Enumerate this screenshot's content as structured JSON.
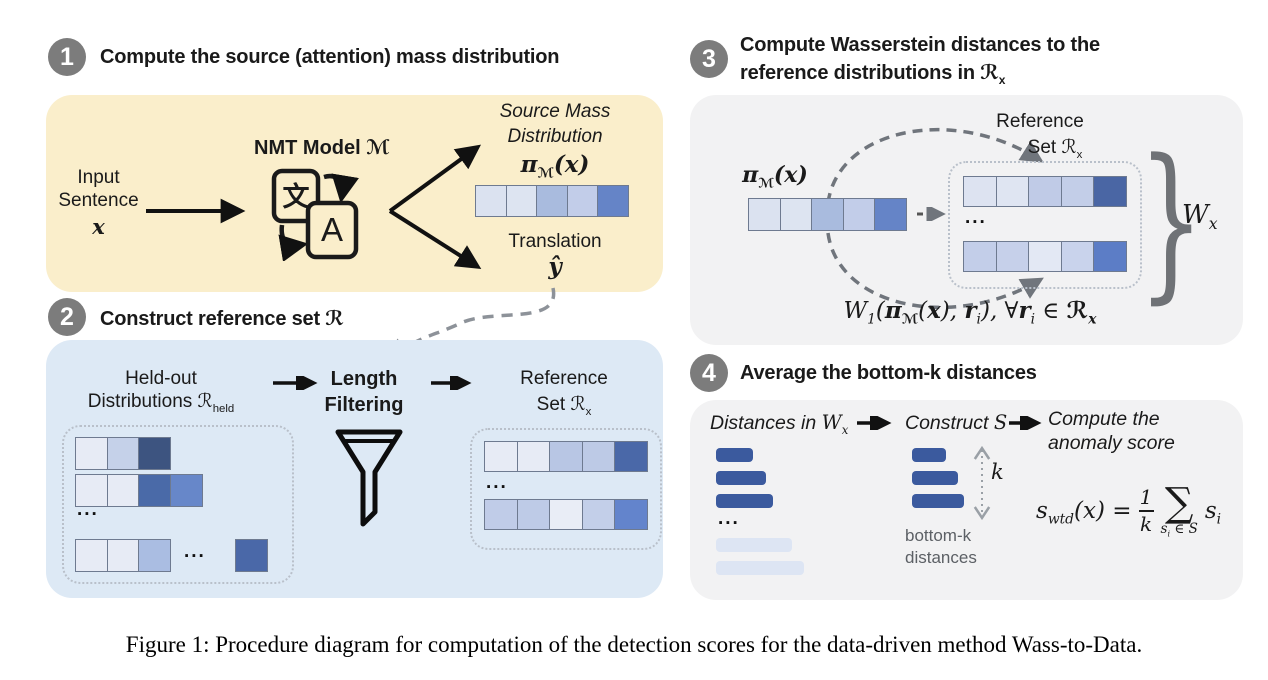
{
  "colors": {
    "panel1_bg": "#faeecb",
    "panel2_bg": "#dde9f5",
    "panel3_bg": "#f2f2f3",
    "panel4_bg": "#f2f2f3",
    "dark_bar": "#3b5a9e",
    "light_bar": "#dde5f3",
    "badge_gray": "#7c7c7c"
  },
  "steps": {
    "s1": {
      "num": "1",
      "title": "Compute the source (attention) mass distribution"
    },
    "s2": {
      "num": "2",
      "title": "Construct reference set ℛ"
    },
    "s3": {
      "num": "3",
      "title1": "Compute Wasserstein distances to the",
      "title2_math": [
        {
          "t": "reference distributions in "
        },
        {
          "t": "ℛ"
        },
        {
          "t": "x",
          "sub": true
        }
      ]
    },
    "s4": {
      "num": "4",
      "title": "Average the bottom-k distances"
    }
  },
  "panel1": {
    "input1": "Input",
    "input2": "Sentence",
    "input_var": "x",
    "model": "NMT Model ℳ",
    "icon_char1": "文",
    "icon_char2": "A",
    "sm1": "Source Mass",
    "sm2": "Distribution",
    "pi_math": [
      {
        "t": "π"
      },
      {
        "t": "ℳ",
        "sub": true
      },
      {
        "t": "(x)"
      }
    ],
    "translation": "Translation",
    "translation_var": "ŷ",
    "bar": [
      "#dbe2f0",
      "#dde4f1",
      "#a9bbde",
      "#c2cde9",
      "#6584c7"
    ]
  },
  "panel2": {
    "held1": "Held-out",
    "held2_math": [
      {
        "t": "Distributions "
      },
      {
        "t": "ℛ"
      },
      {
        "t": "held",
        "sub": true
      }
    ],
    "len1": "Length",
    "len2": "Filtering",
    "ref1": "Reference",
    "ref2_math": [
      {
        "t": "Set "
      },
      {
        "t": "ℛ"
      },
      {
        "t": "x",
        "sub": true
      }
    ],
    "dots": "...",
    "held_row1": [
      "#e7ebf5",
      "#c5d1e9",
      "#3d5480"
    ],
    "held_row2": [
      "#e7ebf5",
      "#e7ebf5",
      "#4a6aa8",
      "#6787c9"
    ],
    "held_row3": [
      "#e7ebf5",
      "#e7ebf5",
      "#aabde2"
    ],
    "held_single": [
      "#4a68a8"
    ],
    "ref_row1": [
      "#e7ebf5",
      "#e7ebf5",
      "#b8c6e4",
      "#bdcae6",
      "#4a68a8"
    ],
    "ref_row2": [
      "#c0cce8",
      "#becbe7",
      "#e9edf6",
      "#c3cfe9",
      "#6384cc"
    ]
  },
  "panel3": {
    "ref1": "Reference",
    "ref2_math": [
      {
        "t": "Set "
      },
      {
        "t": "ℛ"
      },
      {
        "t": "x",
        "sub": true
      }
    ],
    "pi_math": [
      {
        "t": "π"
      },
      {
        "t": "ℳ",
        "sub": true
      },
      {
        "t": "(x)"
      }
    ],
    "dots": "...",
    "wx_math": [
      {
        "t": "W"
      },
      {
        "t": "x",
        "sub": true
      }
    ],
    "bar": [
      "#dbe2f0",
      "#dde4f1",
      "#a9bbde",
      "#c2cde9",
      "#6584c7"
    ],
    "row1": [
      "#dde3f1",
      "#dfe5f2",
      "#c0cbe7",
      "#c3cee8",
      "#4a66a4"
    ],
    "row2": [
      "#c3cee9",
      "#c6d0ea",
      "#e3e8f4",
      "#c9d3ec",
      "#5c7dc6"
    ],
    "formula": [
      {
        "t": "W"
      },
      {
        "t": "1",
        "sub": true
      },
      {
        "t": "("
      },
      {
        "t": "π",
        "c": "b"
      },
      {
        "t": "ℳ",
        "sub": true,
        "c": "b"
      },
      {
        "t": "("
      },
      {
        "t": "x",
        "c": "b"
      },
      {
        "t": ")"
      },
      {
        "t": ", "
      },
      {
        "t": "r",
        "c": "b"
      },
      {
        "t": "i",
        "sub": true
      },
      {
        "t": ")"
      },
      {
        "t": ", ∀"
      },
      {
        "t": "r",
        "c": "b"
      },
      {
        "t": "i",
        "sub": true
      },
      {
        "t": " ∈ "
      },
      {
        "t": "ℛ",
        "c": "b"
      },
      {
        "t": "x",
        "sub": true,
        "c": "b"
      }
    ]
  },
  "panel4": {
    "label1_math": [
      {
        "t": "Distances in "
      },
      {
        "t": "W",
        "c": "srf"
      },
      {
        "t": "x",
        "sub": true,
        "c": "srf"
      }
    ],
    "label2_math": [
      {
        "t": "Construct "
      },
      {
        "t": "S",
        "c": "srf"
      }
    ],
    "label3a": "Compute the",
    "label3b": "anomaly score",
    "dots": "...",
    "left_dark": [
      {
        "w": 37,
        "c": "#3b5a9e"
      },
      {
        "w": 50,
        "c": "#3b5a9e"
      },
      {
        "w": 57,
        "c": "#3b5a9e"
      }
    ],
    "left_light": [
      {
        "w": 76,
        "c": "#dde5f3"
      },
      {
        "w": 88,
        "c": "#dde5f3"
      }
    ],
    "mid_bars": [
      {
        "w": 34,
        "c": "#3b5a9e"
      },
      {
        "w": 46,
        "c": "#3b5a9e"
      },
      {
        "w": 52,
        "c": "#3b5a9e"
      }
    ],
    "k_label": "k",
    "bottomk1": "bottom-k",
    "bottomk2": "distances",
    "f_s": "s",
    "f_sub": "wtd",
    "f_args": "(x) = ",
    "f_num": "1",
    "f_den": "k",
    "f_sigma": "∑",
    "f_lim": [
      {
        "t": "s"
      },
      {
        "t": "i",
        "sub": true
      },
      {
        "t": " ∈ S"
      }
    ],
    "f_term": [
      {
        "t": "s"
      },
      {
        "t": "i",
        "sub": true
      }
    ]
  },
  "caption": "Figure 1: Procedure diagram for computation of the detection scores for the data-driven method Wass-to-Data."
}
